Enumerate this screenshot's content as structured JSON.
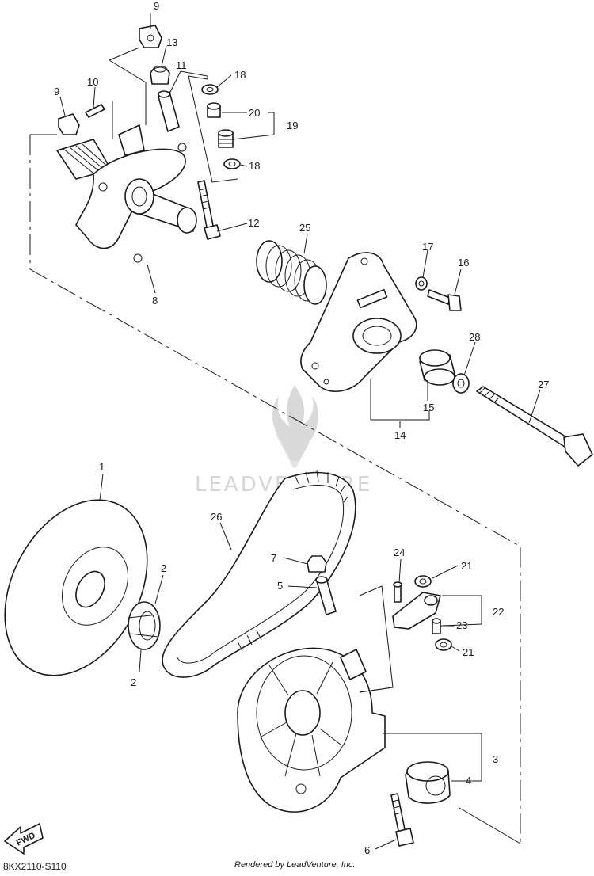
{
  "watermark": {
    "text": "LEADVENTURE"
  },
  "fwd_badge": {
    "text": "FWD"
  },
  "footer": {
    "code": "8KX2110-S110",
    "credit": "Rendered by LeadVenture, Inc."
  },
  "callouts": [
    {
      "id": "c9a",
      "text": "9"
    },
    {
      "id": "c13",
      "text": "13"
    },
    {
      "id": "c11",
      "text": "11"
    },
    {
      "id": "c10",
      "text": "10"
    },
    {
      "id": "c9b",
      "text": "9"
    },
    {
      "id": "c18a",
      "text": "18"
    },
    {
      "id": "c20",
      "text": "20"
    },
    {
      "id": "c19",
      "text": "19"
    },
    {
      "id": "c18b",
      "text": "18"
    },
    {
      "id": "c12",
      "text": "12"
    },
    {
      "id": "c25",
      "text": "25"
    },
    {
      "id": "c17",
      "text": "17"
    },
    {
      "id": "c16",
      "text": "16"
    },
    {
      "id": "c8",
      "text": "8"
    },
    {
      "id": "c28",
      "text": "28"
    },
    {
      "id": "c27",
      "text": "27"
    },
    {
      "id": "c15",
      "text": "15"
    },
    {
      "id": "c14",
      "text": "14"
    },
    {
      "id": "c1",
      "text": "1"
    },
    {
      "id": "c26",
      "text": "26"
    },
    {
      "id": "c2a",
      "text": "2"
    },
    {
      "id": "c7",
      "text": "7"
    },
    {
      "id": "c5",
      "text": "5"
    },
    {
      "id": "c24",
      "text": "24"
    },
    {
      "id": "c21a",
      "text": "21"
    },
    {
      "id": "c22",
      "text": "22"
    },
    {
      "id": "c23",
      "text": "23"
    },
    {
      "id": "c21b",
      "text": "21"
    },
    {
      "id": "c2b",
      "text": "2"
    },
    {
      "id": "c3",
      "text": "3"
    },
    {
      "id": "c4",
      "text": "4"
    },
    {
      "id": "c6",
      "text": "6"
    }
  ]
}
